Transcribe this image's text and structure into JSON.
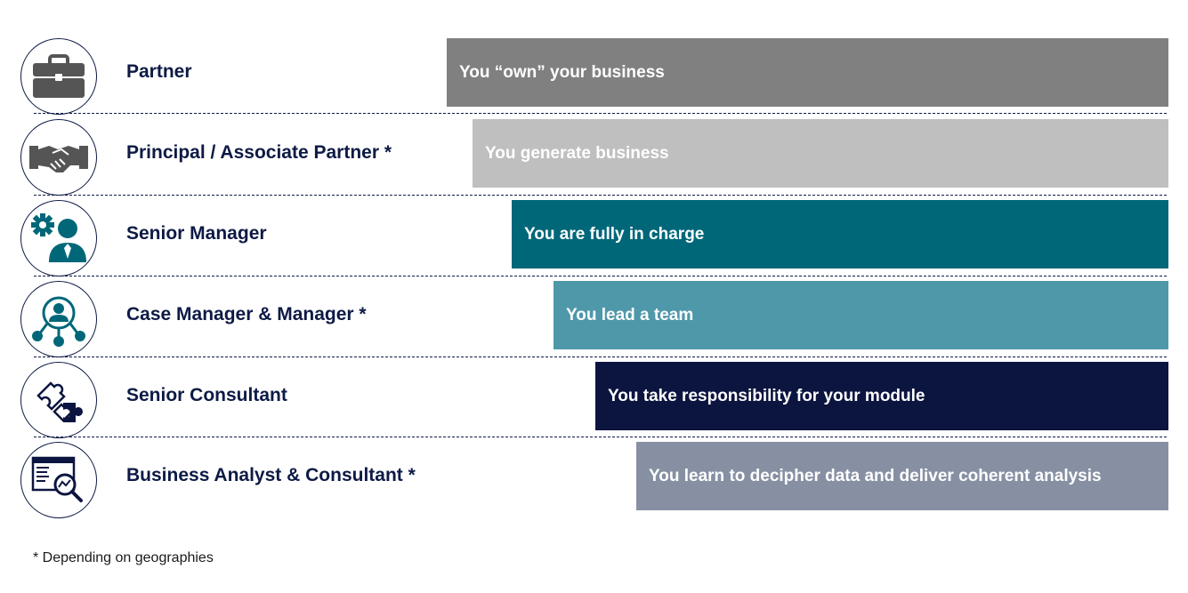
{
  "levels": [
    {
      "role": "Partner",
      "description": "You “own” your business",
      "icon": "briefcase-icon",
      "color": "#808080"
    },
    {
      "role": "Principal / Associate Partner *",
      "description": "You generate business",
      "icon": "handshake-icon",
      "color": "#bfbfbf"
    },
    {
      "role": "Senior Manager",
      "description": "You are fully in charge",
      "icon": "manager-gear-icon",
      "color": "#006779"
    },
    {
      "role": "Case Manager & Manager *",
      "description": "You lead a team",
      "icon": "team-network-icon",
      "color": "#4f98aa"
    },
    {
      "role": "Senior Consultant",
      "description": "You take responsibility for your module",
      "icon": "puzzle-icon",
      "color": "#0c1540"
    },
    {
      "role": "Business Analyst & Consultant *",
      "description": "You learn to decipher data and deliver coherent analysis",
      "icon": "data-analysis-icon",
      "color": "#8790a3"
    }
  ],
  "footnote": "* Depending on geographies"
}
